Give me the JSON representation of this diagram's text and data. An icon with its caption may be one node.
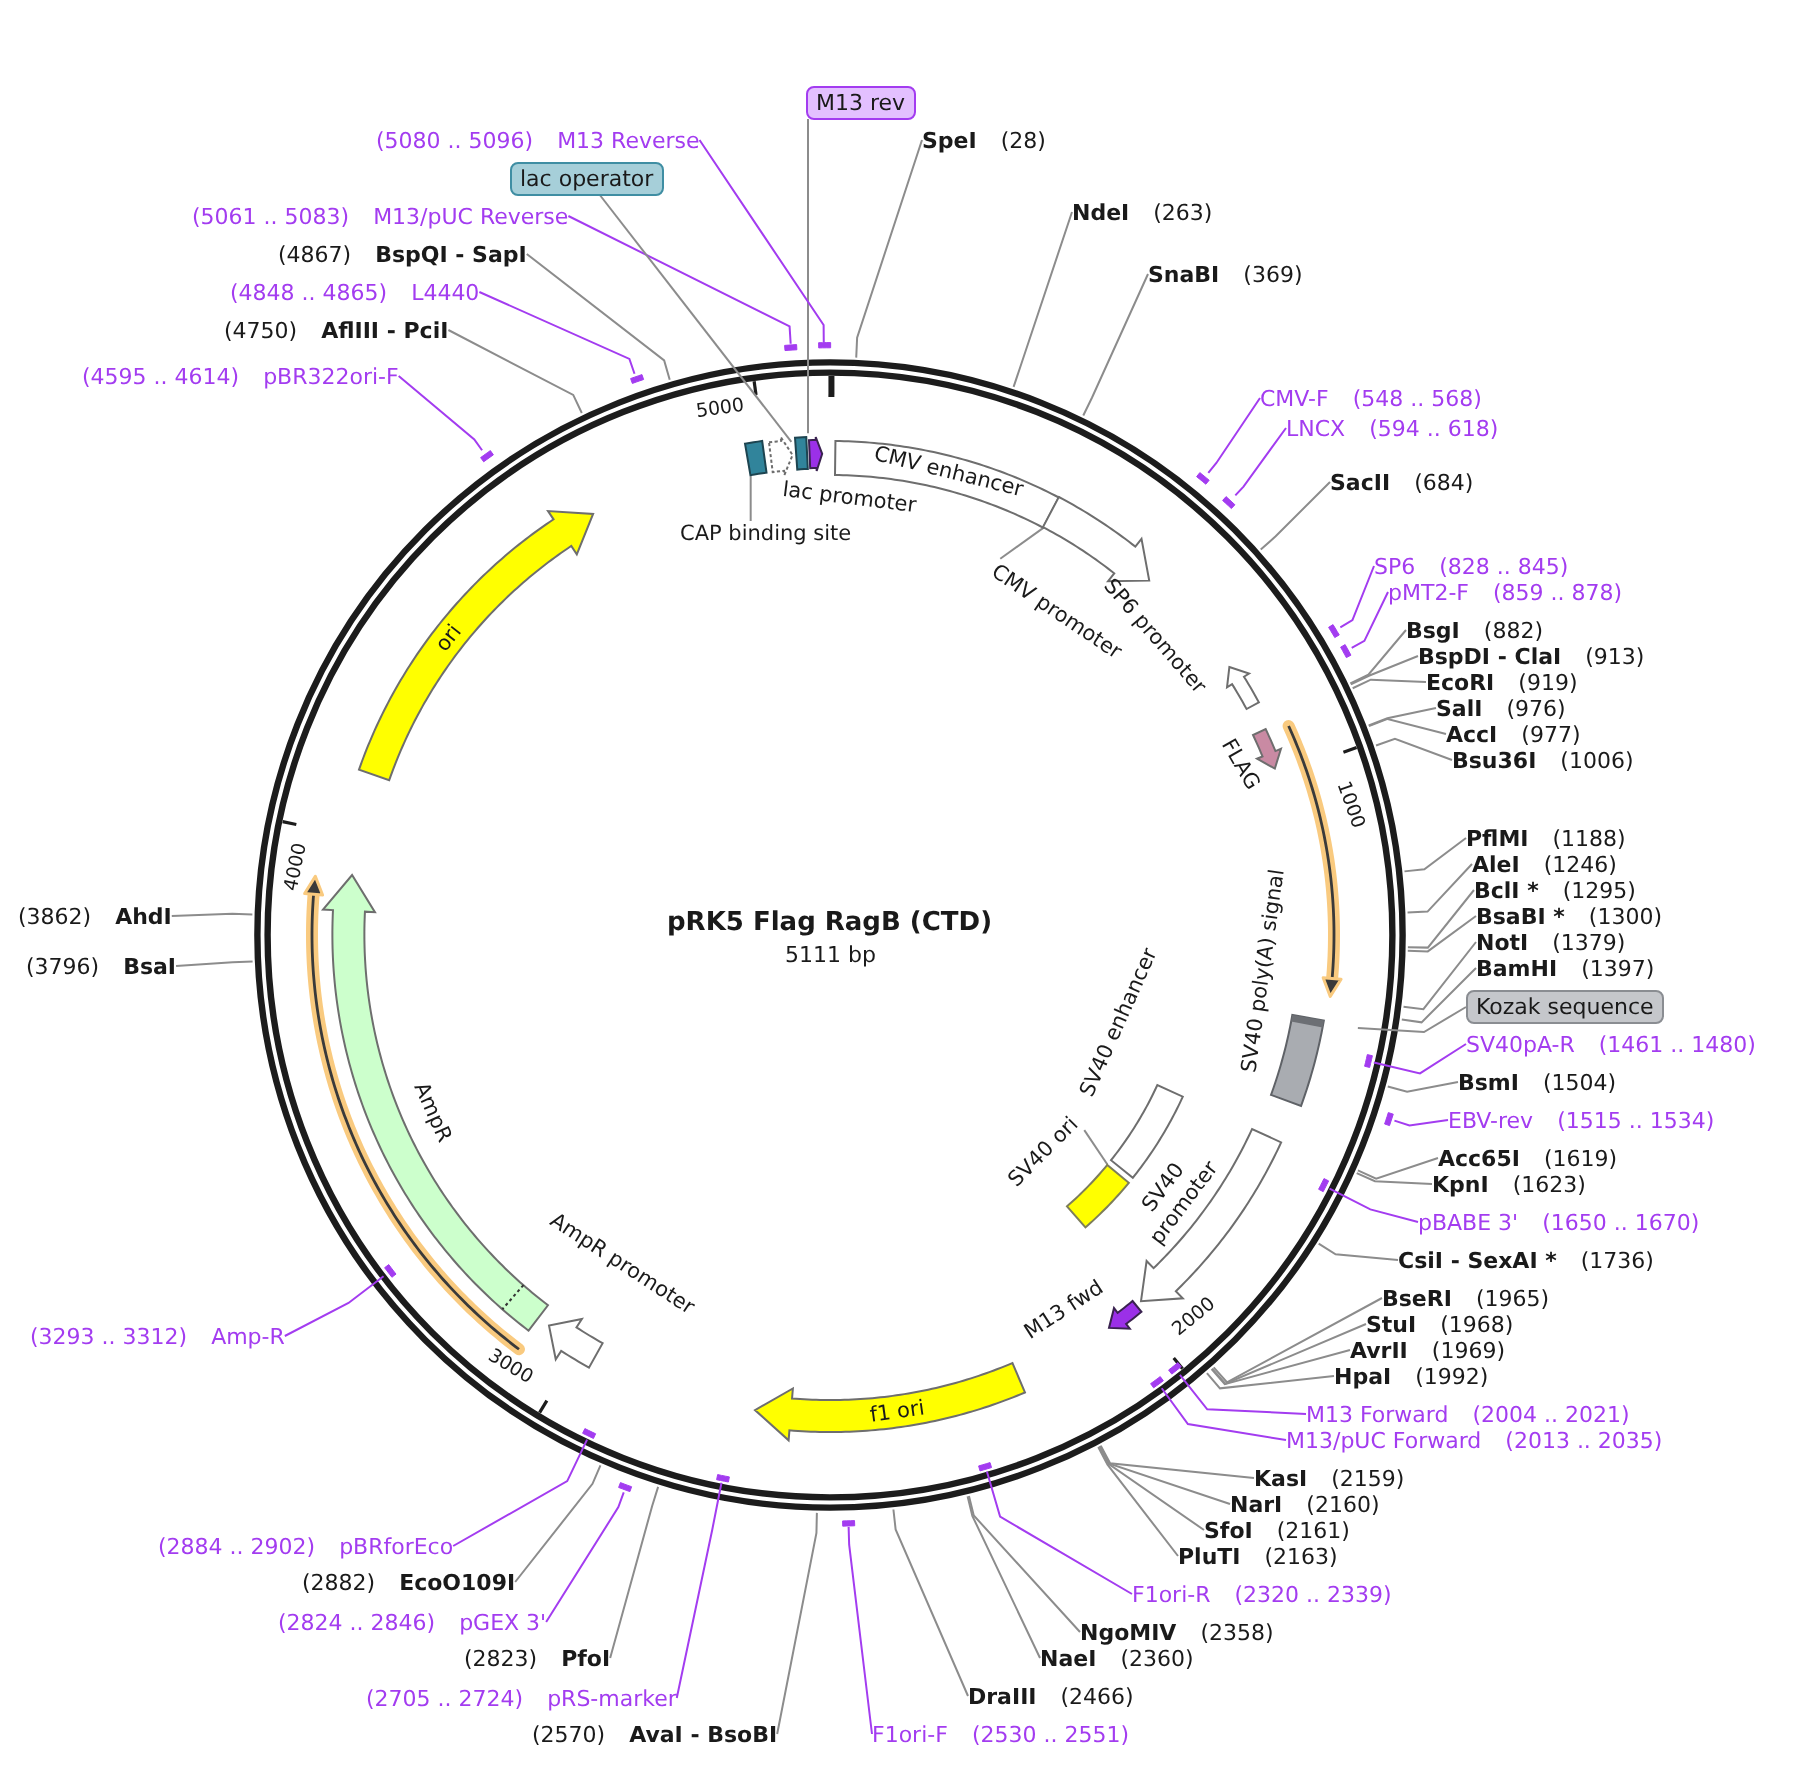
{
  "diagram": {
    "title": "pRK5 Flag RagB (CTD)",
    "nodes": [
      {
        "text": [
          "M13 rev"
        ]
      },
      {
        "text": [
          "SpeI",
          "(28)"
        ]
      },
      {
        "text": [
          "NdeI",
          "(263)"
        ]
      },
      {
        "text": [
          "SnaBI",
          "(369)"
        ]
      },
      {
        "text": [
          "CMV-F",
          "(548 .. 568)"
        ]
      },
      {
        "text": [
          "LNCX",
          "(594 .. 618)"
        ]
      },
      {
        "text": [
          "SacII",
          "(684)"
        ]
      },
      {
        "text": [
          "SP6",
          "(828 .. 845)"
        ]
      },
      {
        "text": [
          "pMT2-F",
          "(859 .. 878)"
        ]
      },
      {
        "text": [
          "BsgI",
          "(882)"
        ]
      },
      {
        "text": [
          "BspDI - ClaI",
          "(913)"
        ]
      },
      {
        "text": [
          "EcoRI",
          "(919)"
        ]
      },
      {
        "text": [
          "SalI",
          "(976)"
        ]
      },
      {
        "text": [
          "AccI",
          "(977)"
        ]
      },
      {
        "text": [
          "Bsu36I",
          "(1006)"
        ]
      },
      {
        "text": [
          "PflMI",
          "(1188)"
        ]
      },
      {
        "text": [
          "AleI",
          "(1246)"
        ]
      },
      {
        "text": [
          "BclI *",
          "(1295)"
        ]
      },
      {
        "text": [
          "BsaBI *",
          "(1300)"
        ]
      },
      {
        "text": [
          "NotI",
          "(1379)"
        ]
      },
      {
        "text": [
          "BamHI",
          "(1397)"
        ]
      },
      {
        "text": [
          "Kozak sequence"
        ]
      },
      {
        "text": [
          "SV40pA-R",
          "(1461 .. 1480)"
        ]
      },
      {
        "text": [
          "BsmI",
          "(1504)"
        ]
      },
      {
        "text": [
          "EBV-rev",
          "(1515 .. 1534)"
        ]
      },
      {
        "text": [
          "Acc65I",
          "(1619)"
        ]
      },
      {
        "text": [
          "KpnI",
          "(1623)"
        ]
      },
      {
        "text": [
          "pBABE 3'",
          "(1650 .. 1670)"
        ]
      },
      {
        "text": [
          "CsiI - SexAI *",
          "(1736)"
        ]
      },
      {
        "text": [
          "BseRI",
          "(1965)"
        ]
      },
      {
        "text": [
          "StuI",
          "(1968)"
        ]
      },
      {
        "text": [
          "AvrII",
          "(1969)"
        ]
      },
      {
        "text": [
          "HpaI",
          "(1992)"
        ]
      },
      {
        "text": [
          "M13 Forward",
          "(2004 .. 2021)"
        ]
      },
      {
        "text": [
          "M13/pUC Forward",
          "(2013 .. 2035)"
        ]
      },
      {
        "text": [
          "KasI",
          "(2159)"
        ]
      },
      {
        "text": [
          "NarI",
          "(2160)"
        ]
      },
      {
        "text": [
          "SfoI",
          "(2161)"
        ]
      },
      {
        "text": [
          "PluTI",
          "(2163)"
        ]
      },
      {
        "text": [
          "F1ori-R",
          "(2320 .. 2339)"
        ]
      },
      {
        "text": [
          "NgoMIV",
          "(2358)"
        ]
      },
      {
        "text": [
          "NaeI",
          "(2360)"
        ]
      },
      {
        "text": [
          "DraIII",
          "(2466)"
        ]
      },
      {
        "text": [
          "F1ori-F",
          "(2530 .. 2551)"
        ]
      },
      {
        "text": [
          "(2570)",
          "AvaI - BsoBI"
        ]
      },
      {
        "text": [
          "(2705 .. 2724)",
          "pRS-marker"
        ]
      },
      {
        "text": [
          "(2823)",
          "PfoI"
        ]
      },
      {
        "text": [
          "(2824 .. 2846)",
          "pGEX 3'"
        ]
      },
      {
        "text": [
          "(2882)",
          "EcoO109I"
        ]
      },
      {
        "text": [
          "(2884 .. 2902)",
          "pBRforEco"
        ]
      },
      {
        "text": [
          "(3293 .. 3312)",
          "Amp-R"
        ]
      },
      {
        "text": [
          "(3796)",
          "BsaI"
        ]
      },
      {
        "text": [
          "(3862)",
          "AhdI"
        ]
      },
      {
        "text": [
          "(4595 .. 4614)",
          "pBR322ori-F"
        ]
      },
      {
        "text": [
          "(4750)",
          "AflIII - PciI"
        ]
      },
      {
        "text": [
          "(4848 .. 4865)",
          "L4440"
        ]
      },
      {
        "text": [
          "(4867)",
          "BspQI - SapI"
        ]
      },
      {
        "text": [
          "(5061 .. 5083)",
          "M13/pUC Reverse"
        ]
      },
      {
        "text": [
          "lac operator"
        ]
      },
      {
        "text": [
          "(5080 .. 5096)",
          "M13 Reverse"
        ]
      },
      {
        "text": [
          "CMV enhancer"
        ]
      },
      {
        "text": [],
        "shape": "arrow"
      },
      {
        "text": [
          "CMV promoter"
        ]
      },
      {
        "text": [
          "SP6 promoter"
        ]
      },
      {
        "text": [
          "FLAG"
        ]
      },
      {
        "text": [
          "SV40 poly(A) signal"
        ]
      },
      {
        "text": [
          "SV40 enhancer"
        ]
      },
      {
        "text": [
          "SV40 ori"
        ]
      },
      {
        "text": [],
        "shape": "box"
      },
      {
        "text": [
          "SV40 promoter"
        ]
      },
      {
        "text": [
          "M13 fwd"
        ]
      },
      {
        "text": [
          "f1 ori"
        ]
      },
      {
        "text": [
          "AmpR promoter"
        ]
      },
      {
        "text": [
          "AmpR"
        ]
      },
      {
        "text": [
          "ori"
        ]
      },
      {
        "text": [
          "CAP binding site"
        ]
      },
      {
        "text": [],
        "shape": "box"
      },
      {
        "text": [
          "lac promoter"
        ]
      },
      {
        "text": [],
        "shape": "box"
      },
      {
        "text": [],
        "shape": "arrow"
      },
      {
        "text": [],
        "shape": "bar"
      },
      {
        "text": [],
        "shape": "bar"
      },
      {
        "text": [],
        "shape": "bar"
      },
      {
        "text": [],
        "shape": "bar"
      },
      {
        "text": [],
        "shape": "bar"
      },
      {
        "text": [],
        "shape": "bar"
      },
      {
        "text": [],
        "shape": "bar"
      },
      {
        "text": [],
        "shape": "bar"
      },
      {
        "text": [],
        "shape": "bar"
      },
      {
        "text": [],
        "shape": "bar"
      },
      {
        "text": [],
        "shape": "bar"
      },
      {
        "text": [],
        "shape": "bar"
      },
      {
        "text": [],
        "shape": "bar"
      },
      {
        "text": [],
        "shape": "bar"
      },
      {
        "text": [],
        "shape": "bar"
      },
      {
        "text": [],
        "shape": "bar"
      },
      {
        "text": [],
        "shape": "bar"
      },
      {
        "text": [],
        "shape": "bar"
      },
      {
        "text": [],
        "shape": "bar"
      }
    ],
    "edges": [
      {
        "from": 0,
        "to": 79,
        "arrow": "none"
      },
      {
        "from": 1,
        "to": null,
        "arrow": "none"
      },
      {
        "from": 2,
        "to": null,
        "arrow": "none"
      },
      {
        "from": 3,
        "to": null,
        "arrow": "none"
      },
      {
        "from": 4,
        "to": 80,
        "arrow": "none",
        "color": "#a33cf0"
      },
      {
        "from": 5,
        "to": 81,
        "arrow": "none",
        "color": "#a33cf0"
      },
      {
        "from": 6,
        "to": null,
        "arrow": "none"
      },
      {
        "from": 7,
        "to": 82,
        "arrow": "none",
        "color": "#a33cf0"
      },
      {
        "from": 8,
        "to": 83,
        "arrow": "none",
        "color": "#a33cf0"
      },
      {
        "from": 9,
        "to": null,
        "arrow": "none"
      },
      {
        "from": 10,
        "to": null,
        "arrow": "none"
      },
      {
        "from": 11,
        "to": null,
        "arrow": "none"
      },
      {
        "from": 12,
        "to": null,
        "arrow": "none"
      },
      {
        "from": 13,
        "to": null,
        "arrow": "none"
      },
      {
        "from": 14,
        "to": null,
        "arrow": "none"
      },
      {
        "from": 15,
        "to": null,
        "arrow": "none"
      },
      {
        "from": 16,
        "to": null,
        "arrow": "none"
      },
      {
        "from": 17,
        "to": null,
        "arrow": "none"
      },
      {
        "from": 18,
        "to": null,
        "arrow": "none"
      },
      {
        "from": 19,
        "to": null,
        "arrow": "none"
      },
      {
        "from": 20,
        "to": null,
        "arrow": "none"
      },
      {
        "from": 21,
        "to": null,
        "arrow": "none"
      },
      {
        "from": 22,
        "to": 84,
        "arrow": "none",
        "color": "#a33cf0"
      },
      {
        "from": 23,
        "to": null,
        "arrow": "none"
      },
      {
        "from": 24,
        "to": 85,
        "arrow": "none",
        "color": "#a33cf0"
      },
      {
        "from": 25,
        "to": null,
        "arrow": "none"
      },
      {
        "from": 26,
        "to": null,
        "arrow": "none"
      },
      {
        "from": 27,
        "to": 86,
        "arrow": "none",
        "color": "#a33cf0"
      },
      {
        "from": 28,
        "to": null,
        "arrow": "none"
      },
      {
        "from": 29,
        "to": null,
        "arrow": "none"
      },
      {
        "from": 30,
        "to": null,
        "arrow": "none"
      },
      {
        "from": 31,
        "to": null,
        "arrow": "none"
      },
      {
        "from": 32,
        "to": null,
        "arrow": "none"
      },
      {
        "from": 33,
        "to": 87,
        "arrow": "none",
        "color": "#a33cf0"
      },
      {
        "from": 34,
        "to": 88,
        "arrow": "none",
        "color": "#a33cf0"
      },
      {
        "from": 35,
        "to": null,
        "arrow": "none"
      },
      {
        "from": 36,
        "to": null,
        "arrow": "none"
      },
      {
        "from": 37,
        "to": null,
        "arrow": "none"
      },
      {
        "from": 38,
        "to": null,
        "arrow": "none"
      },
      {
        "from": 39,
        "to": 89,
        "arrow": "none",
        "color": "#a33cf0"
      },
      {
        "from": 40,
        "to": null,
        "arrow": "none"
      },
      {
        "from": 41,
        "to": null,
        "arrow": "none"
      },
      {
        "from": 42,
        "to": null,
        "arrow": "none"
      },
      {
        "from": 43,
        "to": 90,
        "arrow": "none",
        "color": "#a33cf0"
      },
      {
        "from": 44,
        "to": null,
        "arrow": "none"
      },
      {
        "from": 45,
        "to": 91,
        "arrow": "none",
        "color": "#a33cf0"
      },
      {
        "from": 46,
        "to": null,
        "arrow": "none"
      },
      {
        "from": 47,
        "to": 92,
        "arrow": "none",
        "color": "#a33cf0"
      },
      {
        "from": 48,
        "to": null,
        "arrow": "none"
      },
      {
        "from": 49,
        "to": 93,
        "arrow": "none",
        "color": "#a33cf0"
      },
      {
        "from": 50,
        "to": 94,
        "arrow": "none",
        "color": "#a33cf0"
      },
      {
        "from": 51,
        "to": null,
        "arrow": "none"
      },
      {
        "from": 52,
        "to": null,
        "arrow": "none"
      },
      {
        "from": 53,
        "to": 95,
        "arrow": "none",
        "color": "#a33cf0"
      },
      {
        "from": 54,
        "to": null,
        "arrow": "none"
      },
      {
        "from": 55,
        "to": 96,
        "arrow": "none",
        "color": "#a33cf0"
      },
      {
        "from": 56,
        "to": null,
        "arrow": "none"
      },
      {
        "from": 57,
        "to": 97,
        "arrow": "none",
        "color": "#a33cf0"
      },
      {
        "from": 58,
        "to": 78,
        "arrow": "none"
      },
      {
        "from": 59,
        "to": 98,
        "arrow": "none",
        "color": "#a33cf0"
      },
      {
        "from": 62,
        "to": 61,
        "arrow": "none"
      },
      {
        "from": 67,
        "to": 68,
        "arrow": "none"
      },
      {
        "from": 75,
        "to": 76,
        "arrow": "none"
      }
    ],
    "labels": [
      "5000",
      "1000",
      "4000",
      "5111 bp",
      "2000",
      "3000"
    ]
  }
}
